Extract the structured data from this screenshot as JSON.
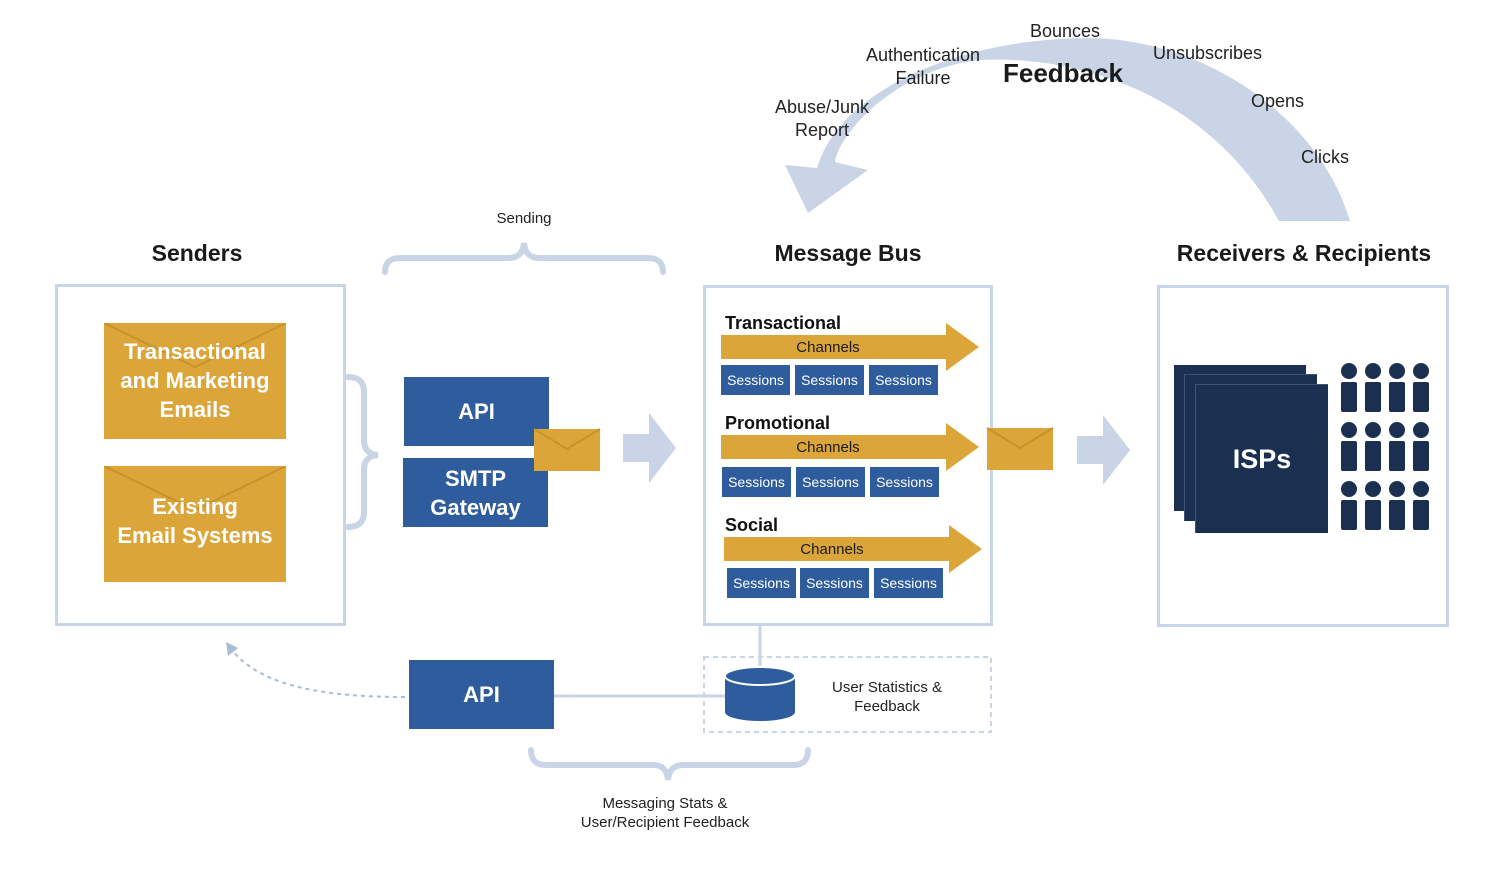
{
  "feedback": {
    "title": "Feedback",
    "labels": {
      "bounces": "Bounces",
      "auth_failure": "Authentication\nFailure",
      "unsubscribes": "Unsubscribes",
      "abuse": "Abuse/Junk\nReport",
      "opens": "Opens",
      "clicks": "Clicks"
    }
  },
  "sending_label": "Sending",
  "senders": {
    "heading": "Senders",
    "boxes": [
      "Transactional\nand Marketing\nEmails",
      "Existing\nEmail Systems"
    ]
  },
  "gateway": {
    "api": "API",
    "smtp": "SMTP\nGateway"
  },
  "message_bus": {
    "heading": "Message Bus",
    "categories": [
      {
        "name": "Transactional",
        "channels": "Channels",
        "sessions": [
          "Sessions",
          "Sessions",
          "Sessions"
        ]
      },
      {
        "name": "Promotional",
        "channels": "Channels",
        "sessions": [
          "Sessions",
          "Sessions",
          "Sessions"
        ]
      },
      {
        "name": "Social",
        "channels": "Channels",
        "sessions": [
          "Sessions",
          "Sessions",
          "Sessions"
        ]
      }
    ]
  },
  "receivers": {
    "heading": "Receivers & Recipients",
    "isps": "ISPs"
  },
  "stats": {
    "api": "API",
    "db_label": "User Statistics &\nFeedback",
    "bottom_label": "Messaging Stats &\nUser/Recipient Feedback"
  },
  "colors": {
    "gold": "#dba53a",
    "blue": "#2f5c9c",
    "navy": "#1b2f50",
    "light": "#c9d5e6"
  }
}
